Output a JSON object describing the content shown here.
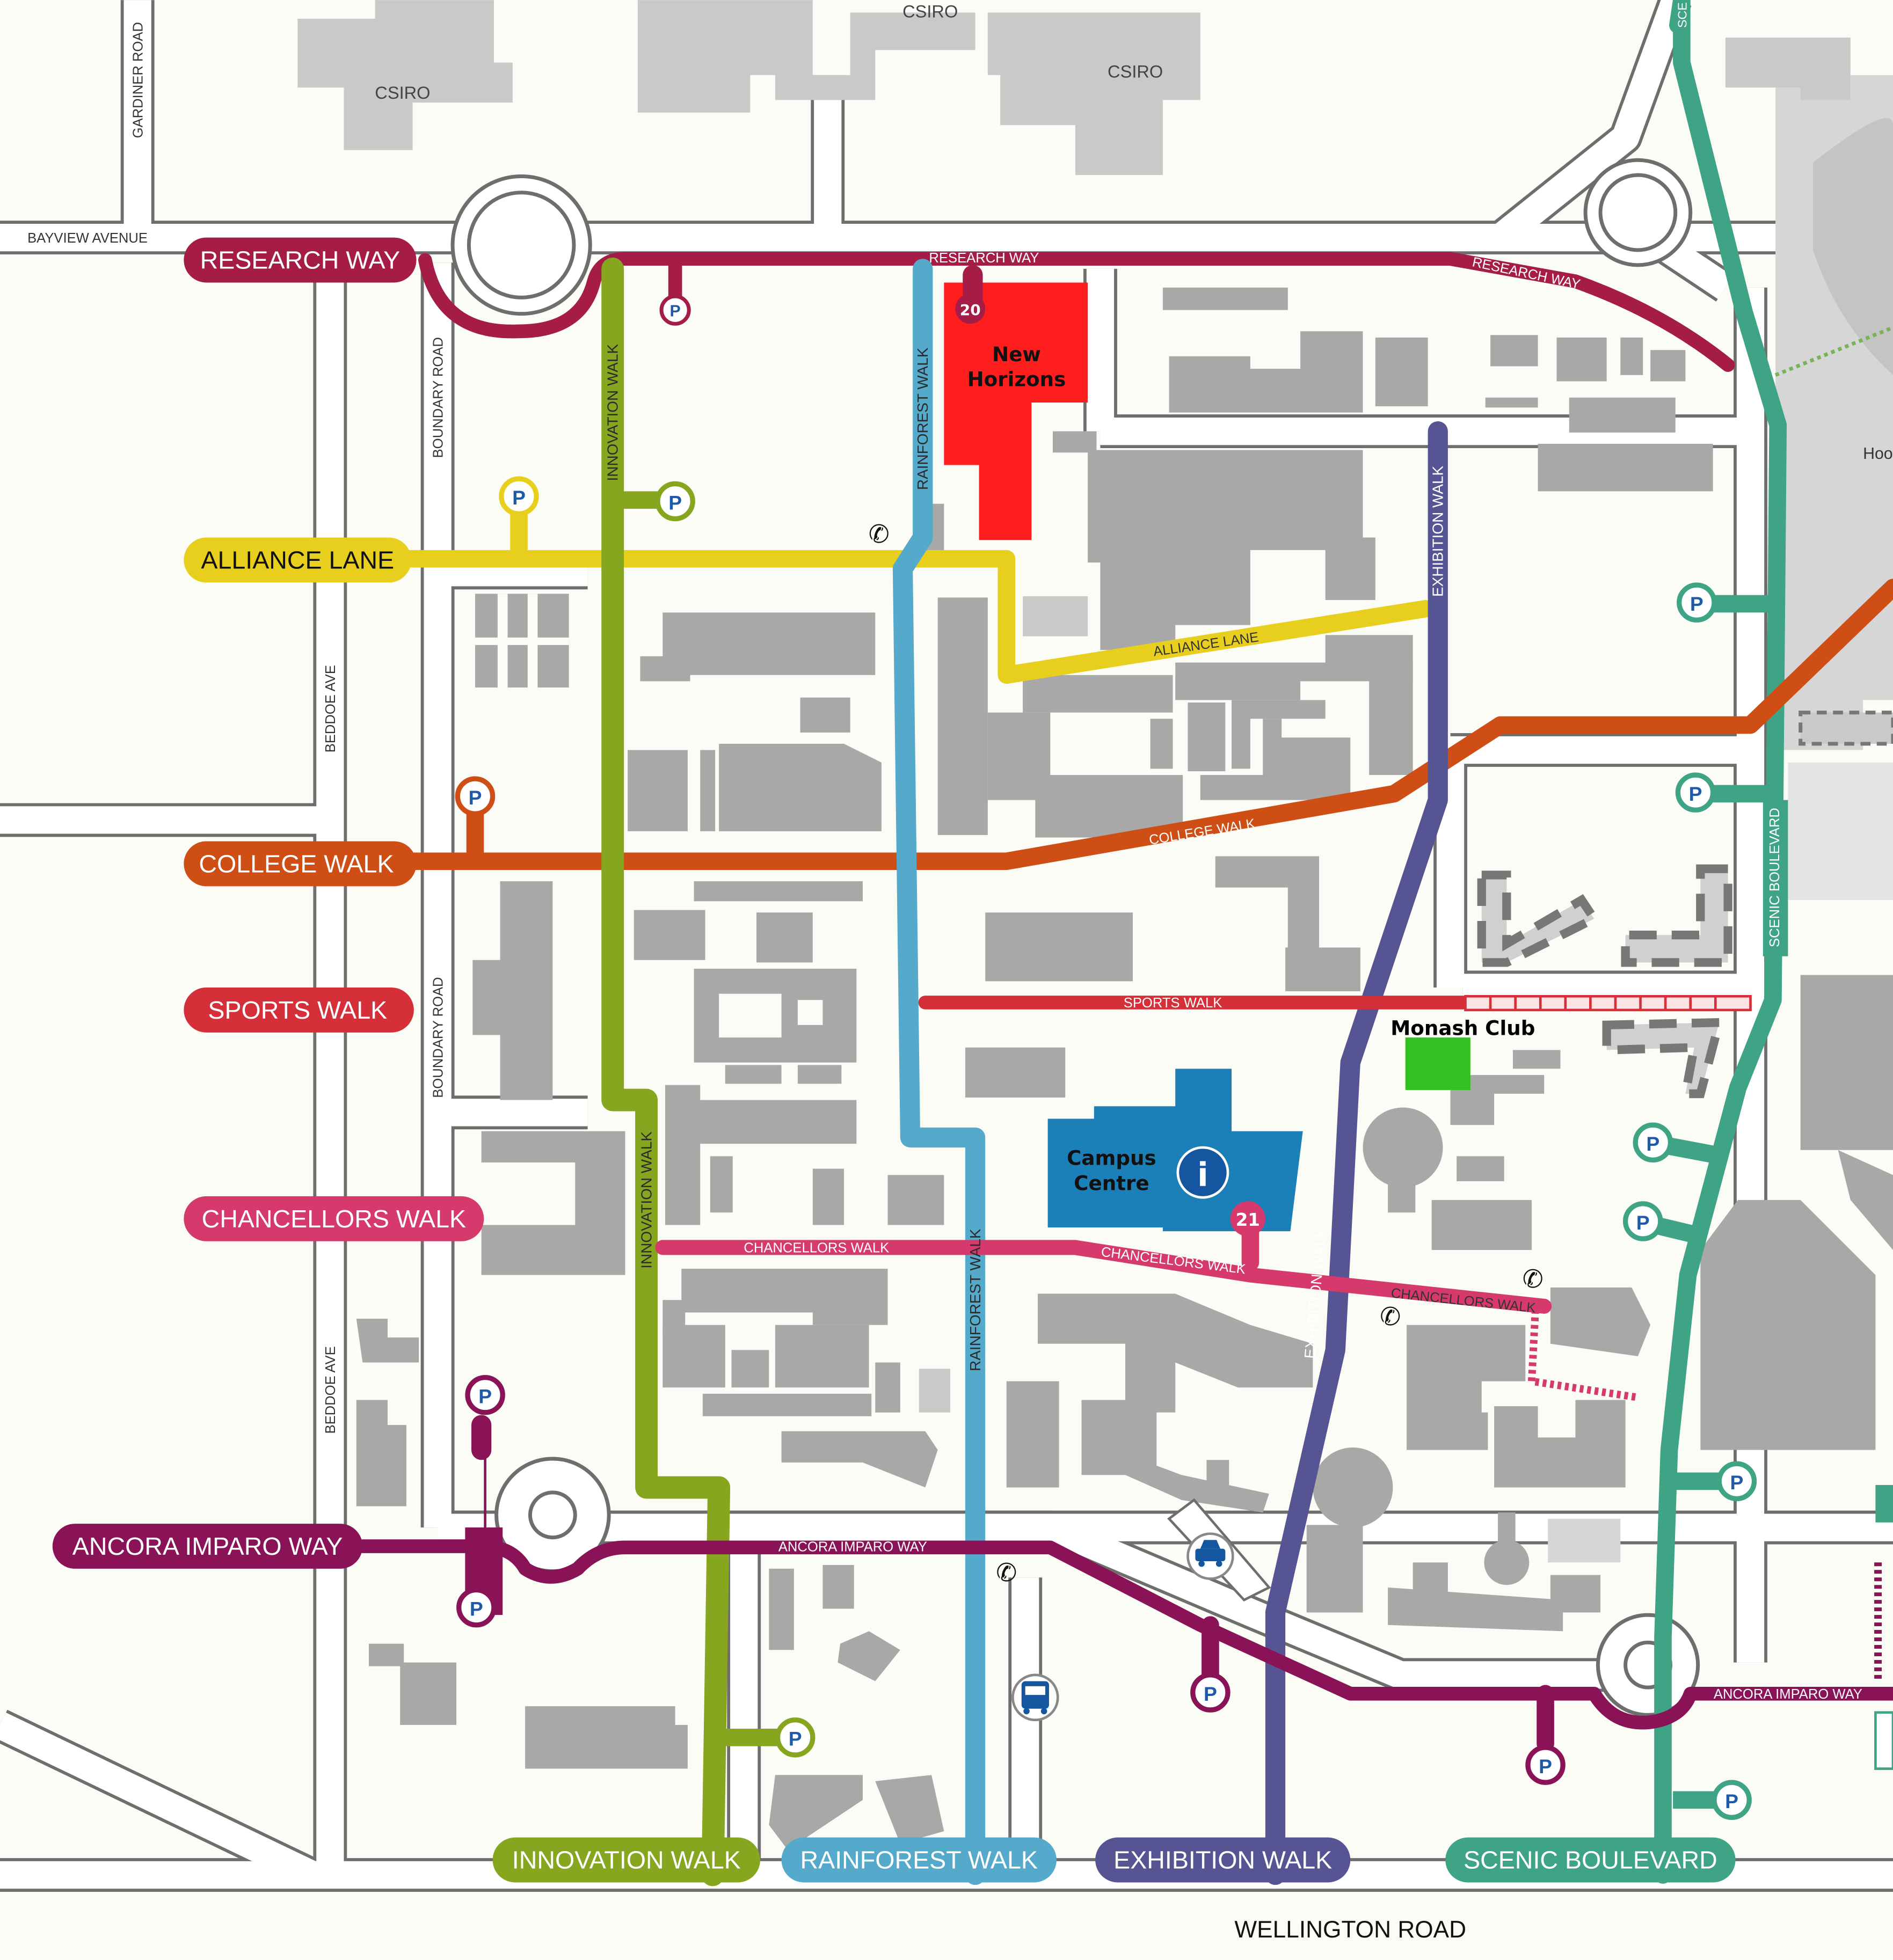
{
  "roads": {
    "gardiner": "GARDINER ROAD",
    "bayview": "BAYVIEW AVENUE",
    "boundary": "BOUNDARY ROAD",
    "beddoe": "BEDDOE AVE",
    "wellington": "WELLINGTON ROAD",
    "scenic_side": "SCENIC BOULEVARD",
    "scenic_top": "SCE"
  },
  "routes": {
    "research_way": "RESEARCH WAY",
    "alliance_lane": "ALLIANCE LANE",
    "college_walk": "COLLEGE WALK",
    "sports_walk": "SPORTS WALK",
    "chancellors_walk": "CHANCELLORS WALK",
    "ancora_imparo_way": "ANCORA IMPARO WAY",
    "innovation_walk": "INNOVATION WALK",
    "rainforest_walk": "RAINFOREST WALK",
    "exhibition_walk": "EXHIBITION WALK",
    "scenic_boulevard": "SCENIC BOULEVARD"
  },
  "route_labels": {
    "research_way": "RESEARCH WAY",
    "alliance_lane": "ALLIANCE LANE",
    "college_walk": "COLLEGE WALK",
    "sports_walk": "SPORTS WALK",
    "chancellors_walk": "CHANCELLORS WALK",
    "ancora_imparo_way": "ANCORA IMPARO WAY"
  },
  "buildings": {
    "csiro": "CSIRO",
    "new_horizons": [
      "New",
      "Horizons"
    ],
    "campus_centre": [
      "Campus",
      "Centre"
    ],
    "monash_club": "Monash Club",
    "hoo": "Hoo"
  },
  "markers": {
    "parking": "P",
    "info": "i",
    "building_20": "20",
    "building_21": "21",
    "phone": "✆"
  },
  "colors": {
    "research_way": "#a51c47",
    "alliance_lane": "#e8cf1e",
    "college_walk": "#cf4e16",
    "sports_walk": "#d5303a",
    "chancellors_walk": "#d63a6c",
    "ancora_imparo_way": "#8a1257",
    "innovation_walk": "#87a61f",
    "rainforest_walk": "#55a9ca",
    "exhibition_walk": "#575494",
    "scenic_boulevard": "#3fa386",
    "new_horizons": "#fe1e1e",
    "campus_centre": "#1c80b8",
    "monash_club": "#34c021"
  }
}
